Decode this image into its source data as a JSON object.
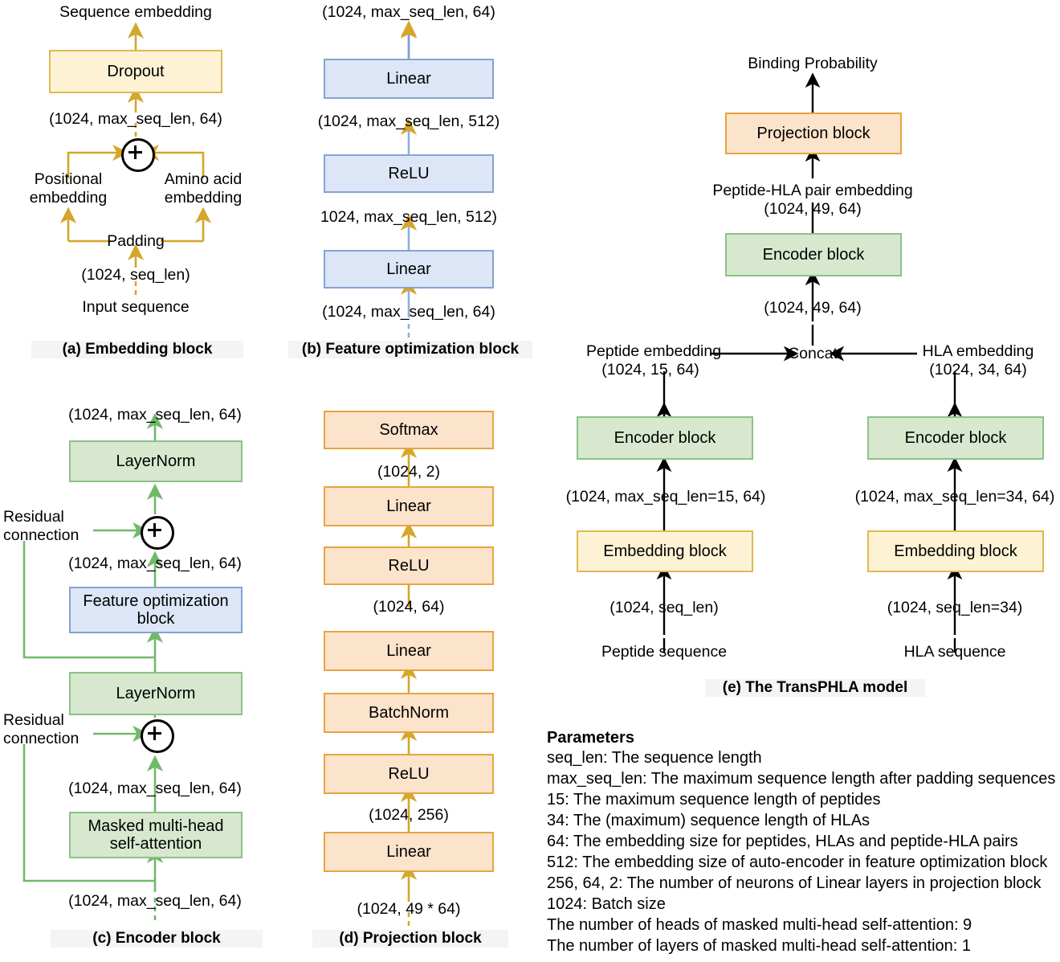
{
  "figure": {
    "title": "TransPHLA model architecture",
    "colors": {
      "yellow_fill": "#FDF3D4",
      "yellow_border": "#DFB951",
      "blue_fill": "#DCE6F7",
      "blue_border": "#86A3D2",
      "green_fill": "#D7E8CE",
      "green_border": "#8CC287",
      "orange_fill": "#FCE3CB",
      "orange_border": "#E7A43E",
      "arrow_yellow": "#D4A62A",
      "arrow_green": "#71B96A",
      "arrow_black": "#000000"
    }
  },
  "panel_a": {
    "caption": "(a) Embedding block",
    "top_label": "Sequence embedding",
    "dropout": "Dropout",
    "shape_after_sum": "(1024, max_seq_len, 64)",
    "plus": "+",
    "positional": "Positional\nembedding",
    "positional_line1": "Positional",
    "positional_line2": "embedding",
    "amino": "Amino acid\nembedding",
    "amino_line1": "Amino acid",
    "amino_line2": "embedding",
    "padding": "Padding",
    "shape_input": "(1024, seq_len)",
    "input_label": "Input sequence"
  },
  "panel_b": {
    "caption": "(b) Feature optimization block",
    "top_shape": "(1024, max_seq_len, 64)",
    "linear_top": "Linear",
    "shape_mid_upper": "(1024, max_seq_len, 512)",
    "relu": "ReLU",
    "shape_mid_lower": "1024, max_seq_len, 512)",
    "linear_bottom": "Linear",
    "bottom_shape": "(1024, max_seq_len, 64)"
  },
  "panel_c": {
    "caption": "(c) Encoder block",
    "top_shape": "(1024, max_seq_len, 64)",
    "layernorm_top": "LayerNorm",
    "residual_upper_line1": "Residual",
    "residual_upper_line2": "connection",
    "plus_upper": "+",
    "shape_above_fob": "(1024, max_seq_len, 64)",
    "feature_block_line1": "Feature optimization",
    "feature_block_line2": "block",
    "layernorm_bottom": "LayerNorm",
    "residual_lower_line1": "Residual",
    "residual_lower_line2": "connection",
    "plus_lower": "+",
    "shape_above_attn": "(1024, max_seq_len, 64)",
    "attention_line1": "Masked multi-head",
    "attention_line2": "self-attention",
    "bottom_shape": "(1024, max_seq_len, 64)"
  },
  "panel_d": {
    "caption": "(d) Projection block",
    "softmax": "Softmax",
    "shape_1024_2": "(1024, 2)",
    "linear_3": "Linear",
    "relu_2": "ReLU",
    "shape_1024_64": "(1024, 64)",
    "linear_2": "Linear",
    "batchnorm": "BatchNorm",
    "relu_1": "ReLU",
    "shape_1024_256": "(1024, 256)",
    "linear_1": "Linear",
    "bottom_shape": "(1024, 49 * 64)"
  },
  "panel_e": {
    "caption": "(e) The TransPHLA model",
    "output_label": "Binding Probability",
    "projection_block": "Projection  block",
    "pair_embedding_line1": "Peptide-HLA pair embedding",
    "pair_embedding_line2": "(1024, 49, 64)",
    "encoder_block_top": "Encoder  block",
    "shape_concat_out": "(1024, 49, 64)",
    "concat": "Concat",
    "peptide_embedding_line1": "Peptide embedding",
    "peptide_embedding_line2": "(1024, 15, 64)",
    "hla_embedding_line1": "HLA embedding",
    "hla_embedding_line2": "(1024, 34, 64)",
    "encoder_block_left": "Encoder  block",
    "encoder_block_right": "Encoder  block",
    "shape_left_mid": "(1024, max_seq_len=15, 64)",
    "shape_right_mid": "(1024, max_seq_len=34, 64)",
    "embedding_block_left": "Embedding  block",
    "embedding_block_right": "Embedding  block",
    "shape_left_in": "(1024, seq_len)",
    "shape_right_in": "(1024, seq_len=34)",
    "input_left": "Peptide sequence",
    "input_right": "HLA sequence"
  },
  "parameters": {
    "title": "Parameters",
    "lines": [
      "seq_len: The sequence length",
      "max_seq_len: The maximum sequence length after padding sequences",
      "15: The maximum sequence length of peptides",
      "34: The (maximum) sequence length of HLAs",
      "64: The embedding size for peptides, HLAs and peptide-HLA pairs",
      "512: The embedding size of auto-encoder in feature optimization block",
      "256, 64, 2: The number of neurons of Linear layers in projection block",
      "1024: Batch size",
      "The number of heads of masked multi-head self-attention: 9",
      "The number of layers of masked multi-head self-attention: 1"
    ]
  }
}
